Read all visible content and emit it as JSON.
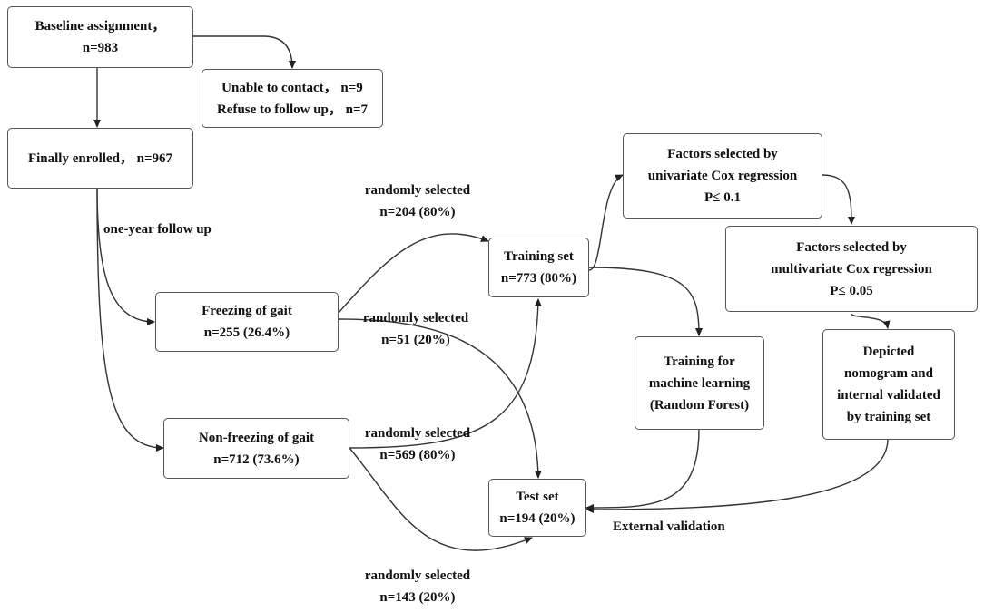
{
  "boxes": {
    "baseline": {
      "line1": "Baseline assignment，",
      "line2": "n=983"
    },
    "unable": {
      "line1": "Unable to contact， n=9",
      "line2": "Refuse to follow up， n=7"
    },
    "enrolled": {
      "line1": "Finally enrolled， n=967"
    },
    "freezing": {
      "line1": "Freezing of gait",
      "line2": "n=255 (26.4%)"
    },
    "nonfreezing": {
      "line1": "Non-freezing of gait",
      "line2": "n=712 (73.6%)"
    },
    "training": {
      "line1": "Training set",
      "line2": "n=773 (80%)"
    },
    "test": {
      "line1": "Test set",
      "line2": "n=194 (20%)"
    },
    "univariate": {
      "line1": "Factors selected by",
      "line2": "univariate Cox regression",
      "line3": "P≤ 0.1"
    },
    "multivariate": {
      "line1": "Factors selected by",
      "line2": "multivariate Cox regression",
      "line3": "P≤ 0.05"
    },
    "ml": {
      "line1": "Training for",
      "line2": "machine learning",
      "line3": "(Random Forest)"
    },
    "nomogram": {
      "line1": "Depicted",
      "line2": "nomogram and",
      "line3": "internal validated",
      "line4": "by training set"
    }
  },
  "labels": {
    "followup": "one-year follow up",
    "sel1_a": "randomly selected",
    "sel1_b": "n=204 (80%)",
    "sel2_a": "randomly selected",
    "sel2_b": "n=51 (20%)",
    "sel3_a": "randomly selected",
    "sel3_b": "n=569 (80%)",
    "sel4_a": "randomly selected",
    "sel4_b": "n=143 (20%)",
    "external": "External validation"
  }
}
